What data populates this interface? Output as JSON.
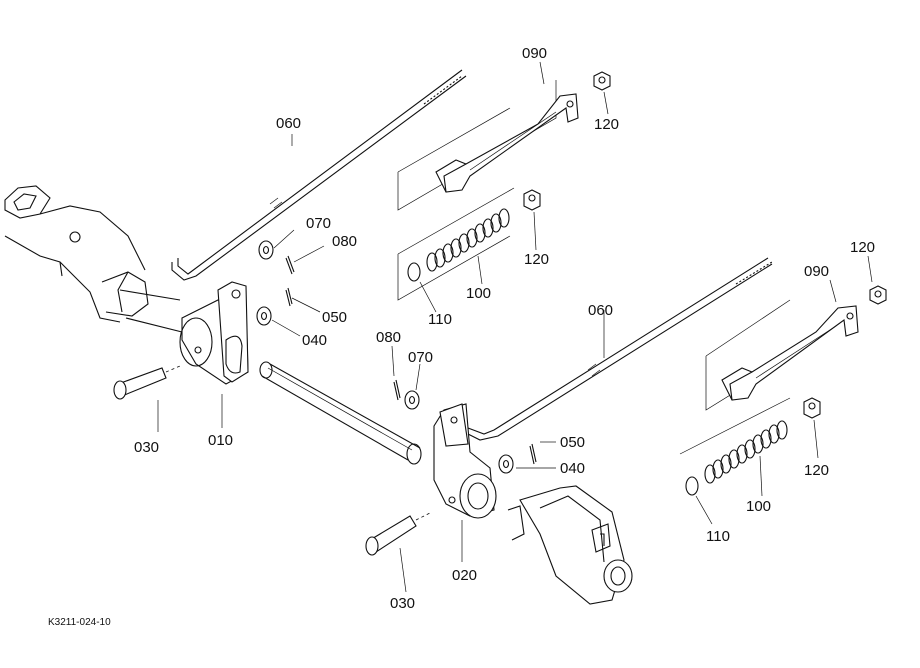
{
  "labels": {
    "p010": "010",
    "p020": "020",
    "p030a": "030",
    "p030b": "030",
    "p040a": "040",
    "p040b": "040",
    "p050a": "050",
    "p050b": "050",
    "p060a": "060",
    "p060b": "060",
    "p070a": "070",
    "p070b": "070",
    "p080a": "080",
    "p080b": "080",
    "p090a": "090",
    "p090b": "090",
    "p100a": "100",
    "p100b": "100",
    "p110a": "110",
    "p110b": "110",
    "p120a": "120",
    "p120b": "120",
    "p120c": "120",
    "p120d": "120"
  },
  "drawing_code": "K3211-024-10"
}
